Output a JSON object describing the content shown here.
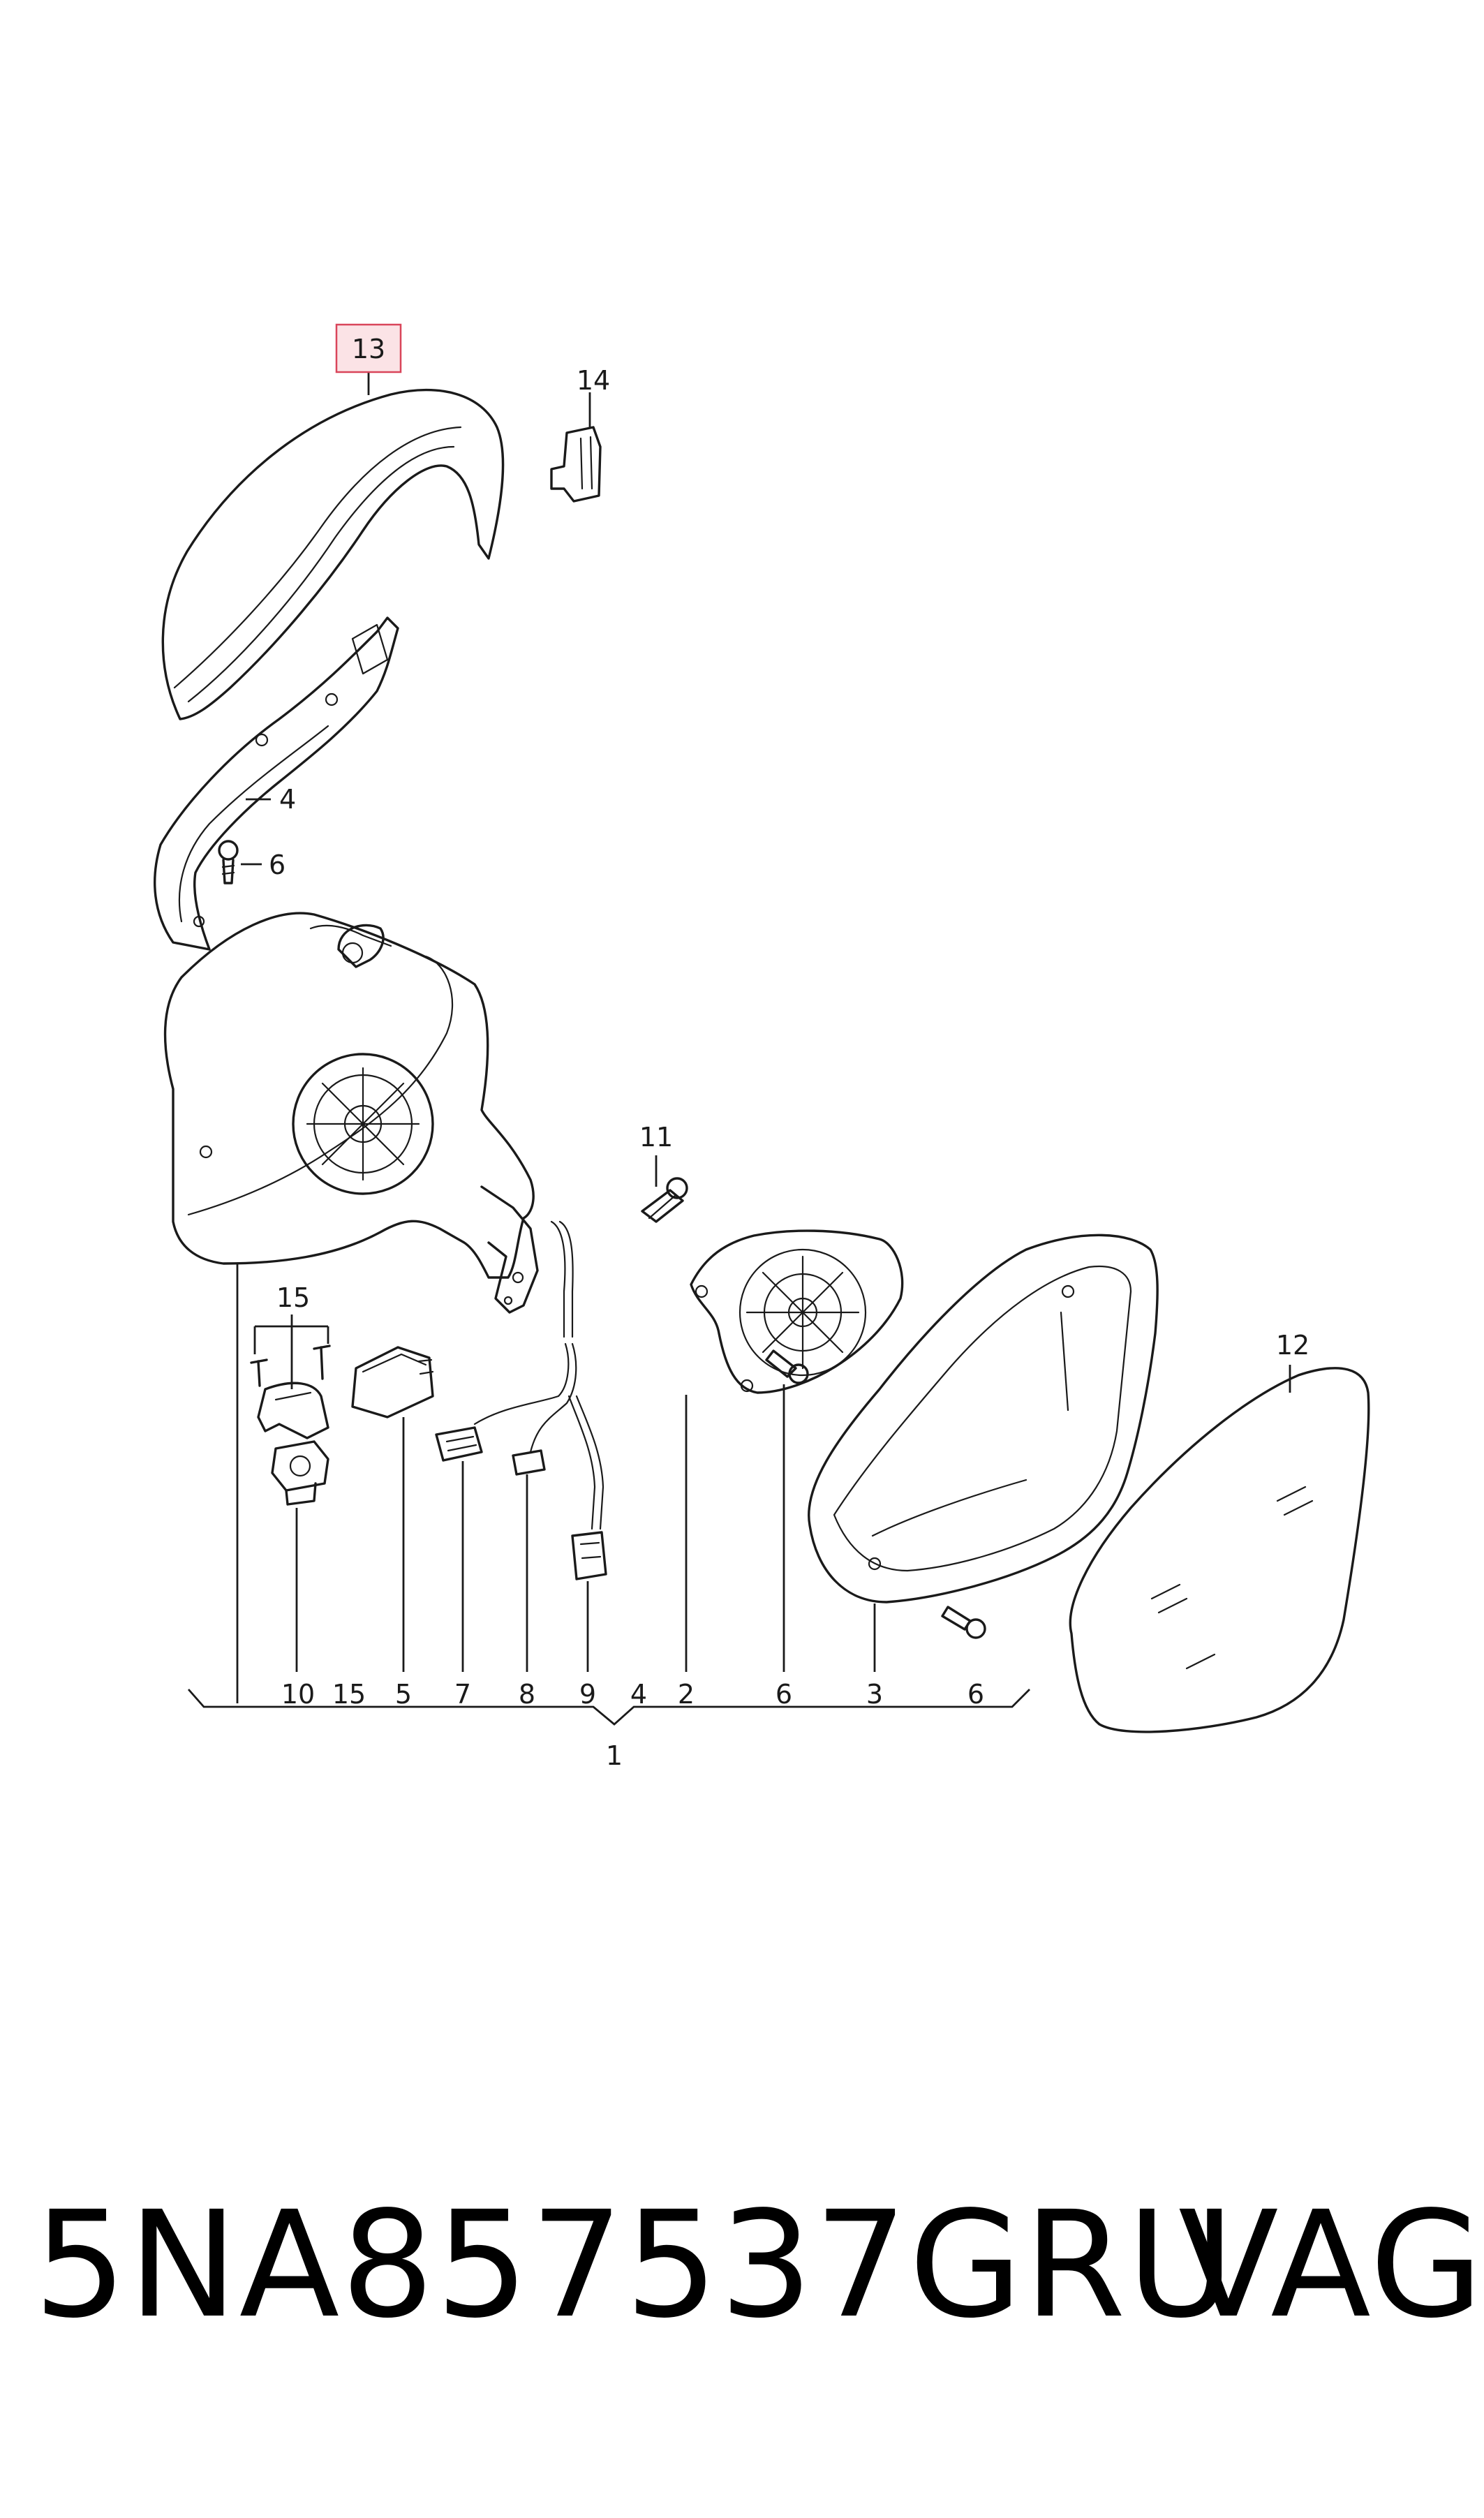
{
  "callouts": {
    "c13": "13",
    "c14": "14",
    "c4_top": "4",
    "c6_top": "6",
    "c11": "11",
    "c15_top": "15",
    "c12": "12",
    "bottom_10": "10",
    "bottom_15": "15",
    "bottom_5": "5",
    "bottom_7": "7",
    "bottom_8": "8",
    "bottom_9": "9",
    "bottom_4": "4",
    "bottom_2": "2",
    "bottom_6a": "6",
    "bottom_3": "3",
    "bottom_6b": "6",
    "assembly_1": "1"
  },
  "highlight_color": "#d9455a",
  "highlight_fill": "#fbe3e6",
  "footer": {
    "part_number": "5NA857537GRU",
    "brand": "VAG"
  }
}
